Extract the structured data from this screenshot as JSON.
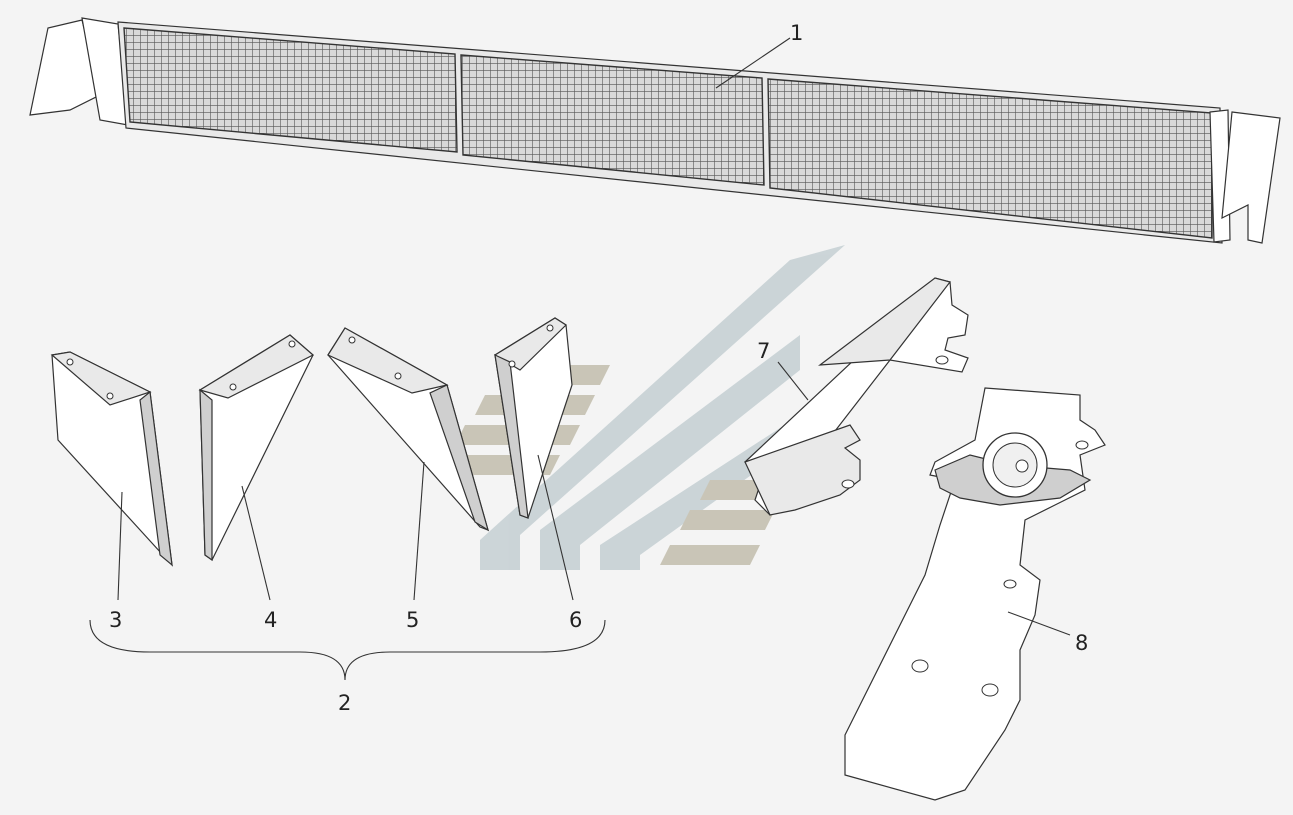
{
  "diagram": {
    "callouts": {
      "c1": "1",
      "c2": "2",
      "c3": "3",
      "c4": "4",
      "c5": "5",
      "c6": "6",
      "c7": "7",
      "c8": "8"
    },
    "colors": {
      "watermark_blue": "#c9d3d6",
      "watermark_tan": "#c7c3b4",
      "line": "#333333",
      "background": "#f4f4f4"
    }
  }
}
